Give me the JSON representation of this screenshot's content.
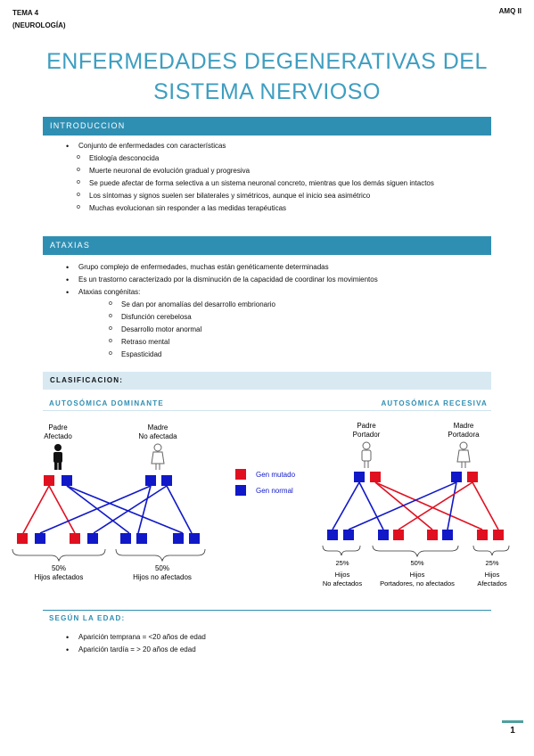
{
  "header": {
    "topic": "TEMA 4",
    "subject": "(NEUROLOGÍA)",
    "author": "AMQ II"
  },
  "title": {
    "line1": "ENFERMEDADES DEGENERATIVAS DEL",
    "line2": "SISTEMA NERVIOSO"
  },
  "intro": {
    "heading": "INTRODUCCION",
    "item": "Conjunto de enfermedades con características",
    "subitems": [
      "Etiología desconocida",
      "Muerte neuronal de evolución gradual y progresiva",
      "Se puede afectar de forma selectiva a un sistema neuronal concreto, mientras que los demás siguen intactos",
      "Los síntomas y signos suelen ser bilaterales y simétricos, aunque el inicio sea asimétrico",
      "Muchas evolucionan sin responder a las medidas terapéuticas"
    ]
  },
  "ataxias": {
    "heading": "ATAXIAS",
    "items": [
      "Grupo complejo de enfermedades, muchas están genéticamente determinadas",
      "Es un trastorno caracterizado por la disminución de la capacidad de coordinar los movimientos",
      "Ataxias congénitas:"
    ],
    "subitems": [
      "Se dan por anomalías del desarrollo embrionario",
      "Disfunción cerebelosa",
      "Desarrollo motor anormal",
      "Retraso mental",
      "Espasticidad"
    ]
  },
  "clasificacion": {
    "heading": "CLASIFICACION:",
    "dominant_label": "AUTOSÓMICA DOMINANTE",
    "recessive_label": "AUTOSÓMICA RECESIVA"
  },
  "diagram": {
    "legend": {
      "mutated": "Gen mutado",
      "normal": "Gen normal"
    },
    "colors": {
      "mutated": "#e01020",
      "normal": "#1018c8"
    },
    "dominant": {
      "father_1": "Padre",
      "father_2": "Afectado",
      "mother_1": "Madre",
      "mother_2": "No afectada",
      "left_pct": "50%",
      "left_label": "Hijos afectados",
      "right_pct": "50%",
      "right_label": "Hijos no afectados"
    },
    "recessive": {
      "father_1": "Padre",
      "father_2": "Portador",
      "mother_1": "Madre",
      "mother_2": "Portadora",
      "left_pct": "25%",
      "left_label_1": "Hijos",
      "left_label_2": "No afectados",
      "mid_pct": "50%",
      "mid_label_1": "Hijos",
      "mid_label_2": "Portadores, no afectados",
      "right_pct": "25%",
      "right_label_1": "Hijos",
      "right_label_2": "Afectados"
    }
  },
  "edad": {
    "heading": "SEGÚN LA EDAD:",
    "items": [
      "Aparición temprana = <20 años de edad",
      "Aparición tardía = > 20 años de edad"
    ]
  },
  "page_number": "1"
}
